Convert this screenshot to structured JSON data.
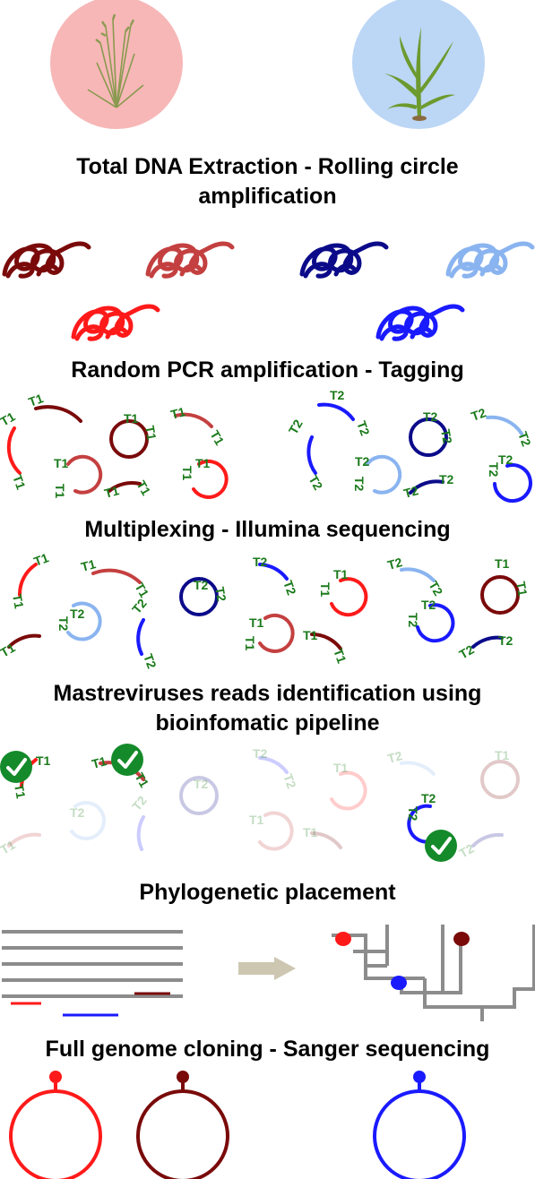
{
  "colors": {
    "dark_red": "#7a0a0a",
    "medium_red": "#c44040",
    "bright_red": "#ff1a1a",
    "dark_blue": "#0b0b8a",
    "light_blue": "#8ab4f0",
    "bright_blue": "#1a1aff",
    "tag_green": "#1a7a1a",
    "check_green": "#148a2a",
    "grey": "#8c8c8c",
    "arrow_beige": "#cdc7b2",
    "plant_left_bg": "#f7b7b7",
    "plant_right_bg": "#bcd6f5"
  },
  "tags": {
    "t1": "T1",
    "t2": "T2"
  },
  "steps": [
    {
      "title_lines": [
        "Total DNA Extraction - Rolling circle",
        "amplification"
      ]
    },
    {
      "title_lines": [
        "Random PCR amplification - Tagging"
      ]
    },
    {
      "title_lines": [
        "Multiplexing - Illumina sequencing"
      ]
    },
    {
      "title_lines": [
        "Mastreviruses reads identification using",
        "bioinfomatic pipeline"
      ]
    },
    {
      "title_lines": [
        "Phylogenetic placement"
      ]
    },
    {
      "title_lines": [
        "Full genome cloning - Sanger sequencing"
      ]
    }
  ],
  "icons": {
    "left_plant": "grass-plant-icon",
    "right_plant": "maize-plant-icon",
    "check": "check-circle-icon",
    "arrow": "arrow-right-icon"
  }
}
